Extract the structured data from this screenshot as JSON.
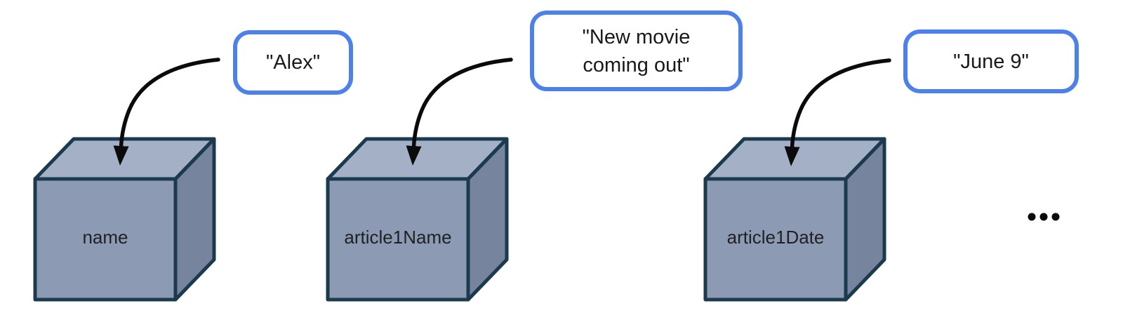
{
  "variables": [
    {
      "label": "name",
      "value": "\"Alex\""
    },
    {
      "label": "article1Name",
      "value": "\"New movie\ncoming out\""
    },
    {
      "label": "article1Date",
      "value": "\"June 9\""
    }
  ],
  "ellipsis_icon": "three-dots",
  "colors": {
    "background": "#ffffff",
    "cube_top": "#a4b0c5",
    "cube_front": "#8c9ab3",
    "cube_side": "#76849e",
    "cube_border": "#1c3a4e",
    "bubble_border": "#4c80ea",
    "bubble_fill": "#ffffff",
    "arrow": "#0b0b0b",
    "label_text": "#202124"
  }
}
